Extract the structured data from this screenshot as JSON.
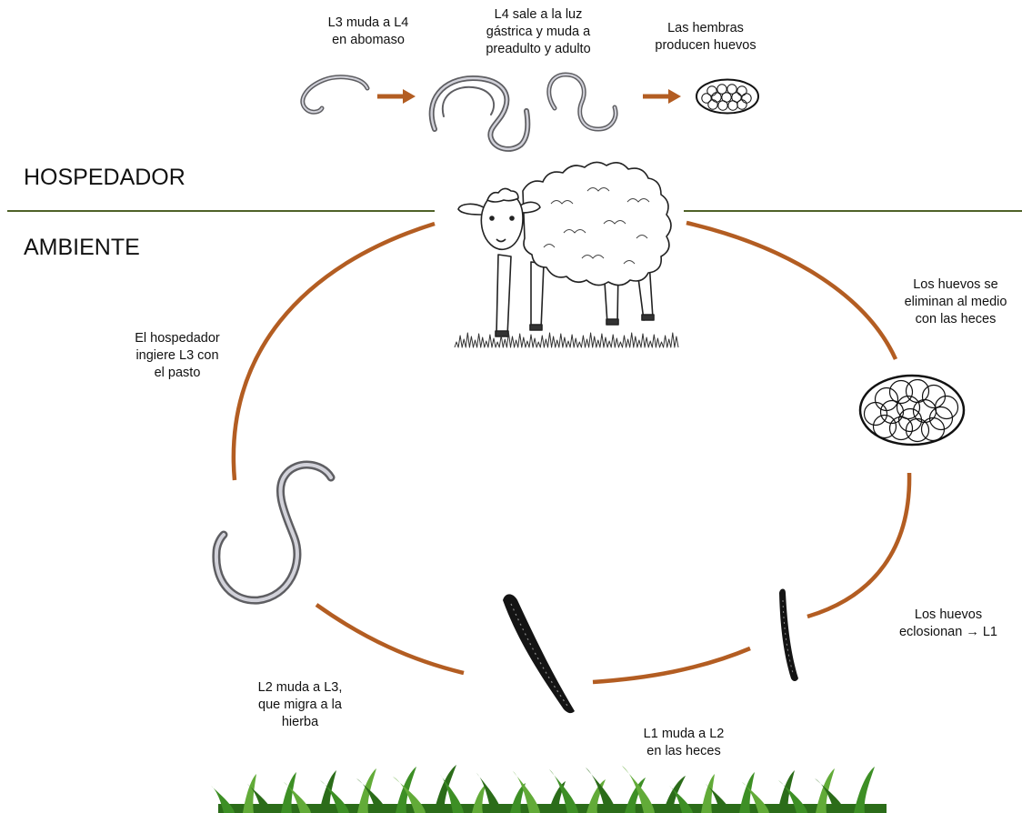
{
  "zones": {
    "host": "HOSPEDADOR",
    "environment": "AMBIENTE"
  },
  "steps": {
    "l3_to_l4": [
      "L3 muda a L4",
      "en abomaso"
    ],
    "l4_adult": [
      "L4 sale a la luz",
      "gástrica y muda a",
      "preadulto y adulto"
    ],
    "females_eggs": [
      "Las hembras",
      "producen huevos"
    ],
    "eggs_eliminated": [
      "Los huevos se",
      "eliminan al medio",
      "con las heces"
    ],
    "host_ingests": [
      "El hospedador",
      "ingiere L3 con",
      "el pasto"
    ],
    "eggs_hatch": [
      "Los huevos",
      "eclosionan → L1"
    ],
    "l2_to_l3": [
      "L2 muda a L3,",
      "que migra a la",
      "hierba"
    ],
    "l1_to_l2": [
      "L1 muda a L2",
      "en las heces"
    ]
  },
  "icons": {
    "host": "sheep-icon",
    "eggs": "egg-cluster-icon",
    "worm": "worm-icon",
    "larva": "larva-icon",
    "pasture": "grass-icon"
  },
  "colors": {
    "cycle_arrow": "#b35d22",
    "divider": "#4f6228",
    "worm_outline": "#5e5e62",
    "worm_body": "#d2d2da",
    "larva": "#141414",
    "grass_dark": "#2b6c19",
    "grass_mid": "#3d8f25",
    "grass_light": "#62ab38"
  }
}
